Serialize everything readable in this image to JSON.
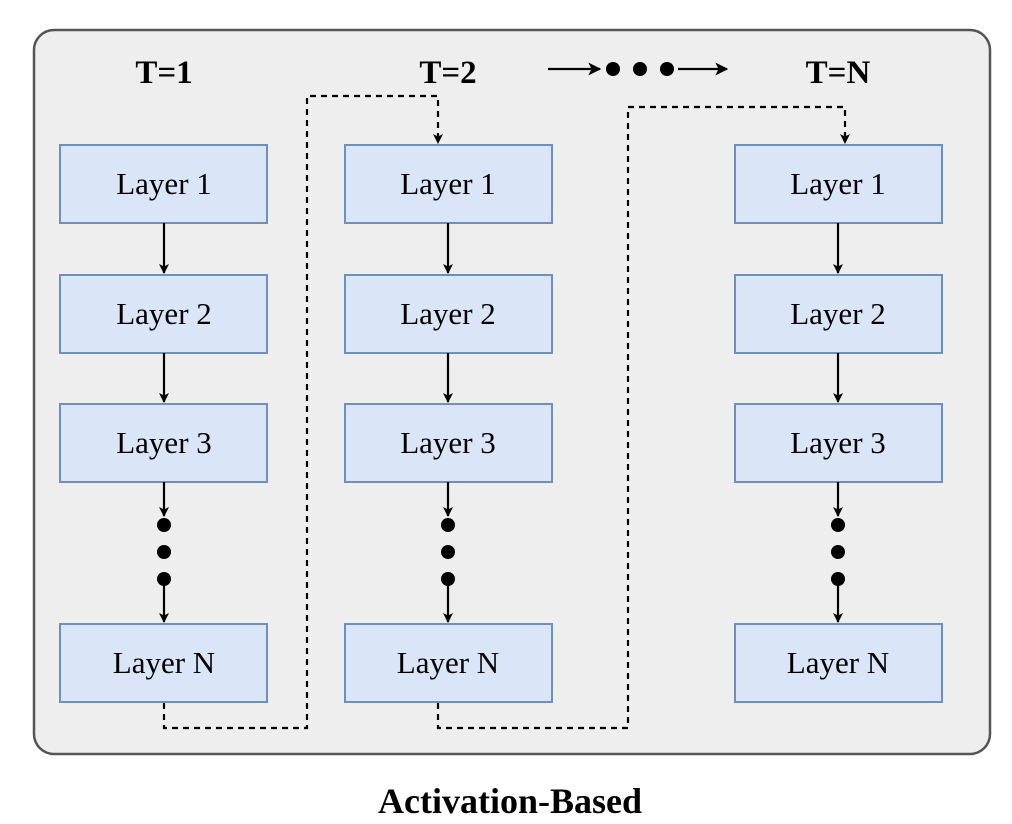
{
  "diagram": {
    "caption": "Activation-Based",
    "time_steps": [
      {
        "label": "T=1",
        "layers": [
          "Layer 1",
          "Layer 2",
          "Layer 3",
          "Layer N"
        ]
      },
      {
        "label": "T=2",
        "layers": [
          "Layer 1",
          "Layer 2",
          "Layer 3",
          "Layer N"
        ]
      },
      {
        "label": "T=N",
        "layers": [
          "Layer 1",
          "Layer 2",
          "Layer 3",
          "Layer N"
        ]
      }
    ],
    "colors": {
      "panel_fill": "#eeeeee",
      "panel_border": "#555555",
      "box_fill": "#dae6f8",
      "box_border": "#6f8fbd",
      "line": "#000000"
    }
  }
}
